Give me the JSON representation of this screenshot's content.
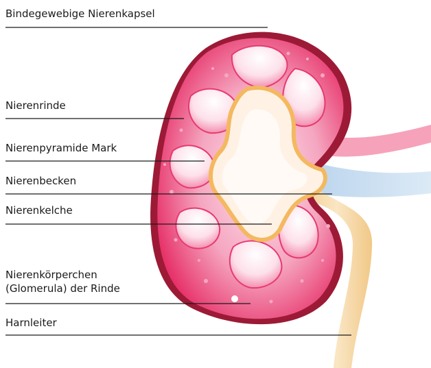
{
  "labels": {
    "capsule": "Bindegewebige Nierenkapsel",
    "cortex": "Nierenrinde",
    "pyramid": "Nierenpyramide Mark",
    "pelvis": "Nierenbecken",
    "calyces": "Nierenkelche",
    "glomeruli_line1": "Nierenkörperchen",
    "glomeruli_line2": "(Glomerula) der Rinde",
    "ureter": "Harnleiter"
  },
  "colors": {
    "capsule_dark": "#8e1530",
    "cortex_pink": "#e8306a",
    "cortex_light": "#f39ab6",
    "medulla_white": "#fff4ec",
    "pelvis_cream": "#fbdcae",
    "calyx_orange": "#f4b860",
    "vein_blue": "#c5dcf0",
    "artery_pink": "#f08aa8",
    "ureter_beige": "#f5d9a8",
    "leader_line": "#1a1a1a"
  }
}
